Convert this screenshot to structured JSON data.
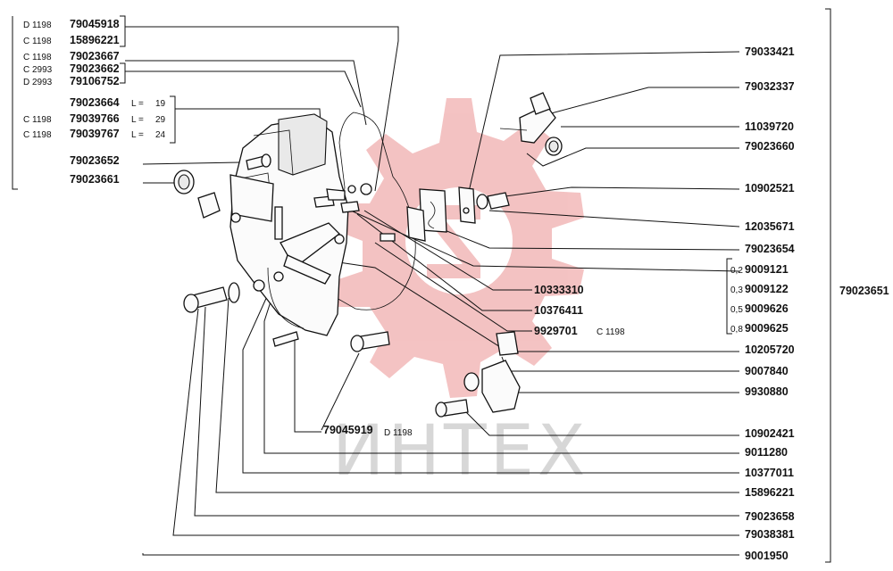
{
  "watermark": "ИНТЕХ",
  "colors": {
    "watermark_gear": "#f2b8b8",
    "ink": "#111111"
  },
  "assembly_number": "79023651",
  "left_list": [
    {
      "variant": "D 1198",
      "part": "79045918"
    },
    {
      "variant": "C 1198",
      "part": "15896221"
    },
    {
      "variant": "C 1198",
      "part": "79023667"
    },
    {
      "variant": "C 2993",
      "part": "79023662"
    },
    {
      "variant": "D 2993",
      "part": "79106752"
    },
    {
      "variant": "",
      "part": "79023664",
      "length_label": "L =",
      "length": "19"
    },
    {
      "variant": "C 1198",
      "part": "79039766",
      "length_label": "L =",
      "length": "29"
    },
    {
      "variant": "C 1198",
      "part": "79039767",
      "length_label": "L =",
      "length": "24"
    },
    {
      "variant": "",
      "part": "79023652"
    },
    {
      "variant": "",
      "part": "79023661"
    }
  ],
  "right_list": [
    {
      "part": "79033421"
    },
    {
      "part": "79032337"
    },
    {
      "part": "11039720"
    },
    {
      "part": "79023660"
    },
    {
      "part": "10902521"
    },
    {
      "part": "12035671"
    },
    {
      "part": "79023654"
    },
    {
      "part": "9009121",
      "prefix": "0,2"
    },
    {
      "part": "9009122",
      "prefix": "0,3"
    },
    {
      "part": "9009626",
      "prefix": "0,5"
    },
    {
      "part": "9009625",
      "prefix": "0,8"
    },
    {
      "part": "10205720"
    },
    {
      "part": "9007840"
    },
    {
      "part": "9930880"
    },
    {
      "part": "10902421"
    },
    {
      "part": "9011280"
    },
    {
      "part": "10377011"
    },
    {
      "part": "15896221"
    },
    {
      "part": "79023658"
    },
    {
      "part": "79038381"
    },
    {
      "part": "9001950"
    }
  ],
  "center_labels": [
    {
      "part": "10333310",
      "variant": ""
    },
    {
      "part": "10376411",
      "variant": ""
    },
    {
      "part": "9929701",
      "variant": "C 1198"
    },
    {
      "part": "79045919",
      "variant": "D 1198"
    }
  ]
}
